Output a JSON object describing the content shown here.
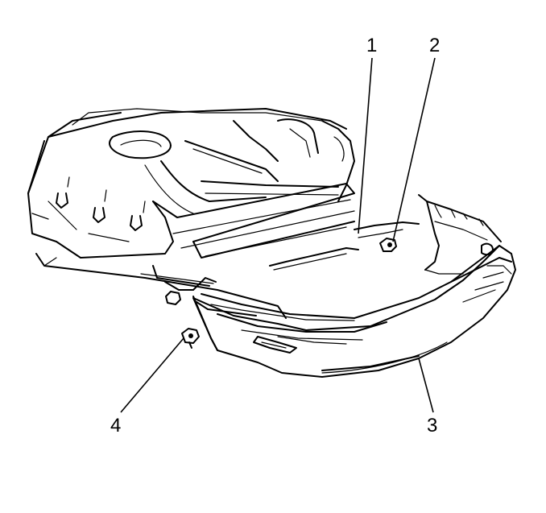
{
  "diagram": {
    "callouts": [
      {
        "id": "callout-1",
        "label": "1"
      },
      {
        "id": "callout-2",
        "label": "2"
      },
      {
        "id": "callout-3",
        "label": "3"
      },
      {
        "id": "callout-4",
        "label": "4"
      }
    ]
  }
}
